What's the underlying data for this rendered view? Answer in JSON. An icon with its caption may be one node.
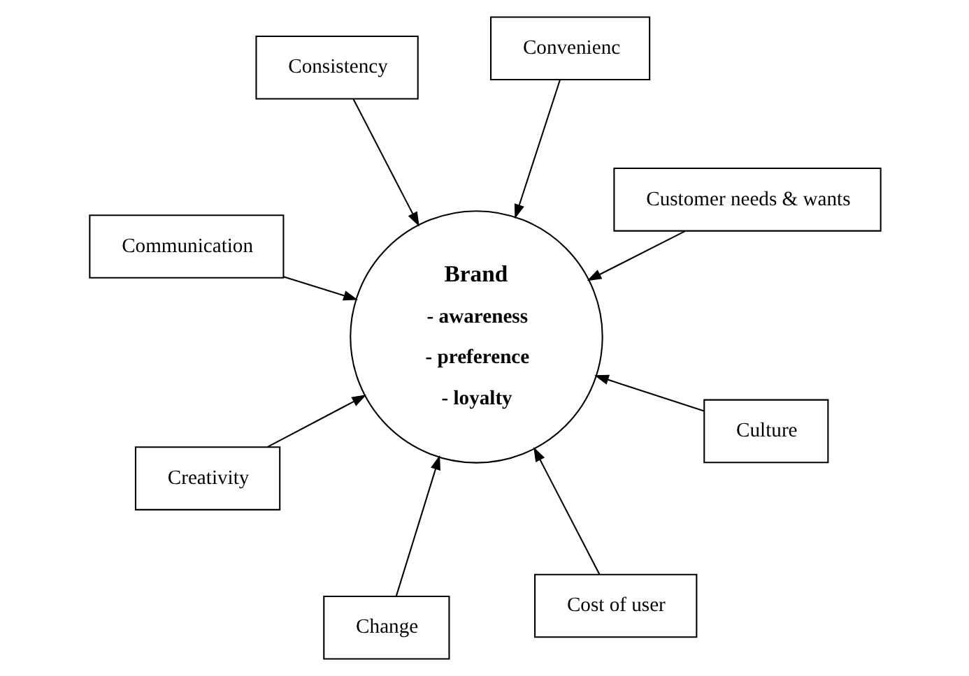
{
  "diagram": {
    "nodes": [
      {
        "text": [
          "Communication"
        ]
      },
      {
        "text": [
          "Customer needs & wants"
        ]
      },
      {
        "text": [
          "Change"
        ]
      },
      {
        "text": [
          "Brand",
          "- awareness",
          "- preference",
          "- loyalty"
        ]
      },
      {
        "text": [
          "Convenienc"
        ]
      },
      {
        "text": [
          "Consistency"
        ]
      },
      {
        "text": [
          "Creativity"
        ]
      },
      {
        "text": [
          "Culture"
        ]
      },
      {
        "text": [
          "Cost of user"
        ]
      }
    ],
    "edges": [
      {
        "from": 0,
        "to": 3,
        "arrow": "to"
      },
      {
        "from": 1,
        "to": 3,
        "arrow": "to"
      },
      {
        "from": 2,
        "to": 3,
        "arrow": "to"
      },
      {
        "from": 4,
        "to": 3,
        "arrow": "to"
      },
      {
        "from": 5,
        "to": 3,
        "arrow": "to"
      },
      {
        "from": 6,
        "to": 3,
        "arrow": "to"
      },
      {
        "from": 7,
        "to": 3,
        "arrow": "to"
      },
      {
        "from": 8,
        "to": 3,
        "arrow": "to"
      }
    ]
  }
}
